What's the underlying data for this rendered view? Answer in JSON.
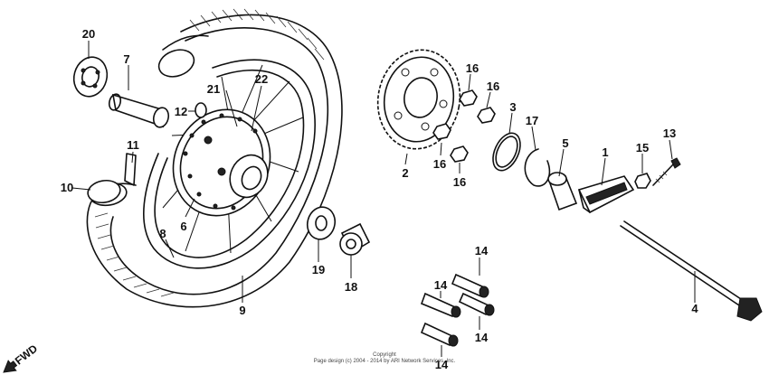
{
  "callouts": [
    {
      "id": "c20",
      "label": "20"
    },
    {
      "id": "c7",
      "label": "7"
    },
    {
      "id": "c21",
      "label": "21"
    },
    {
      "id": "c22",
      "label": "22"
    },
    {
      "id": "c12",
      "label": "12"
    },
    {
      "id": "c11",
      "label": "11"
    },
    {
      "id": "c10",
      "label": "10"
    },
    {
      "id": "c6",
      "label": "6"
    },
    {
      "id": "c8",
      "label": "8"
    },
    {
      "id": "c9",
      "label": "9"
    },
    {
      "id": "c19",
      "label": "19"
    },
    {
      "id": "c18",
      "label": "18"
    },
    {
      "id": "c2",
      "label": "2"
    },
    {
      "id": "c16a",
      "label": "16"
    },
    {
      "id": "c16b",
      "label": "16"
    },
    {
      "id": "c16c",
      "label": "16"
    },
    {
      "id": "c16d",
      "label": "16"
    },
    {
      "id": "c3",
      "label": "3"
    },
    {
      "id": "c17",
      "label": "17"
    },
    {
      "id": "c5",
      "label": "5"
    },
    {
      "id": "c1",
      "label": "1"
    },
    {
      "id": "c15",
      "label": "15"
    },
    {
      "id": "c13",
      "label": "13"
    },
    {
      "id": "c4",
      "label": "4"
    },
    {
      "id": "c14a",
      "label": "14"
    },
    {
      "id": "c14b",
      "label": "14"
    },
    {
      "id": "c14c",
      "label": "14"
    },
    {
      "id": "c14d",
      "label": "14"
    }
  ],
  "footer": {
    "copyright_word": "Copyright",
    "copyright_line": "Page design (c) 2004 - 2014 by ARI Network Services, Inc."
  },
  "direction_label": "FWD"
}
